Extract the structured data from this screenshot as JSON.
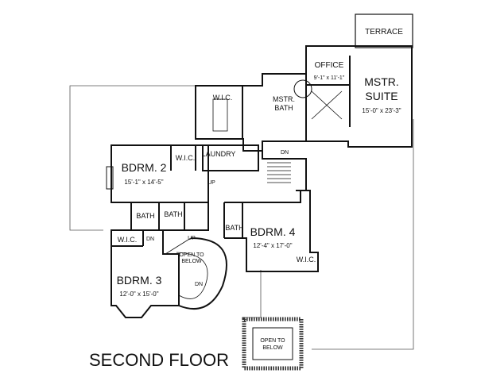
{
  "title": "SECOND FLOOR",
  "rooms": {
    "terrace": {
      "name": "TERRACE"
    },
    "office": {
      "name": "OFFICE",
      "dims": "9'-1\" x 11'-1\""
    },
    "master_suite": {
      "name_line1": "MSTR.",
      "name_line2": "SUITE",
      "dims": "15'-0\" x 23'-3\""
    },
    "master_bath": {
      "name_line1": "MSTR.",
      "name_line2": "BATH"
    },
    "wic_master": {
      "name": "W.I.C."
    },
    "laundry": {
      "name": "LAUNDRY"
    },
    "bedroom2": {
      "name": "BDRM. 2",
      "dims": "15'-1\" x 14'-5\""
    },
    "wic_bed2": {
      "name": "W.I.C."
    },
    "bath_left": {
      "name": "BATH"
    },
    "bath_center": {
      "name": "BATH"
    },
    "wic_bed3": {
      "name": "W.I.C."
    },
    "bedroom3": {
      "name": "BDRM. 3",
      "dims": "12'-0\" x 15'-0\""
    },
    "open_to_below_stair": {
      "line1": "OPEN TO",
      "line2": "BELOW"
    },
    "bedroom4": {
      "name": "BDRM. 4",
      "dims": "12'-4\" x 17'-0\""
    },
    "bath_bed4": {
      "name": "BATH"
    },
    "wic_bed4": {
      "name": "W.I.C."
    },
    "open_to_below_foyer": {
      "line1": "OPEN TO",
      "line2": "BELOW"
    }
  },
  "stair_labels": {
    "dn_top": "DN",
    "up_center": "UP",
    "dn_left": "DN",
    "up_left": "UP",
    "dn_curved": "DN"
  }
}
